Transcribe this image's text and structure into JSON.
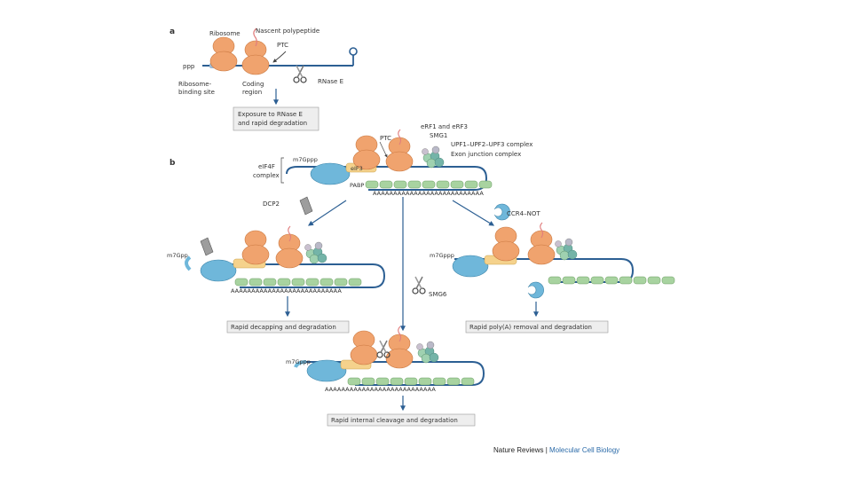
{
  "panel_a": {
    "letter": "a",
    "labels": {
      "ribosome": "Ribosome",
      "nascent": "Nascent polypeptide",
      "ptc": "PTC",
      "ppp": "ppp",
      "rbs_line1": "Ribosome-",
      "rbs_line2": "binding site",
      "coding_line1": "Coding",
      "coding_line2": "region",
      "rnase": "RNase E"
    },
    "result_line1": "Exposure to RNase E",
    "result_line2": "and rapid degradation"
  },
  "panel_b": {
    "letter": "b",
    "labels": {
      "ptc": "PTC",
      "erf": "eRF1 and eRF3",
      "smg1": "SMG1",
      "upf": "UPF1–UPF2–UPF3 complex",
      "ejc": "Exon junction complex",
      "eif4f_line1": "eIF4F",
      "eif4f_line2": "complex",
      "cap": "m7Gppp",
      "eif3": "eIF3",
      "pabp": "PABP",
      "polya": "AAAAAAAAAAAAAAAAAAAAAAAAAAA",
      "dcp2": "DCP2",
      "ccr4": "CCR4–NOT",
      "cap_left": "m7Gpp",
      "smg6": "SMG6"
    },
    "result_decap": "Rapid decapping and degradation",
    "result_polya": "Rapid poly(A) removal and degradation",
    "result_internal": "Rapid internal cleavage and degradation"
  },
  "credit": {
    "journal": "Nature Reviews",
    "separator": " | ",
    "subtitle": "Molecular Cell Biology"
  },
  "colors": {
    "ribosome": "#f0a36e",
    "ribosome_edge": "#c9773f",
    "mrna": "#2c5f93",
    "eif4f": "#6fb7da",
    "eif3": "#f5d28c",
    "pabp": "#a8d3a0",
    "ejc": "#9fd1b0",
    "upf": "#74b4a8",
    "result_box": "#eeeeee"
  }
}
